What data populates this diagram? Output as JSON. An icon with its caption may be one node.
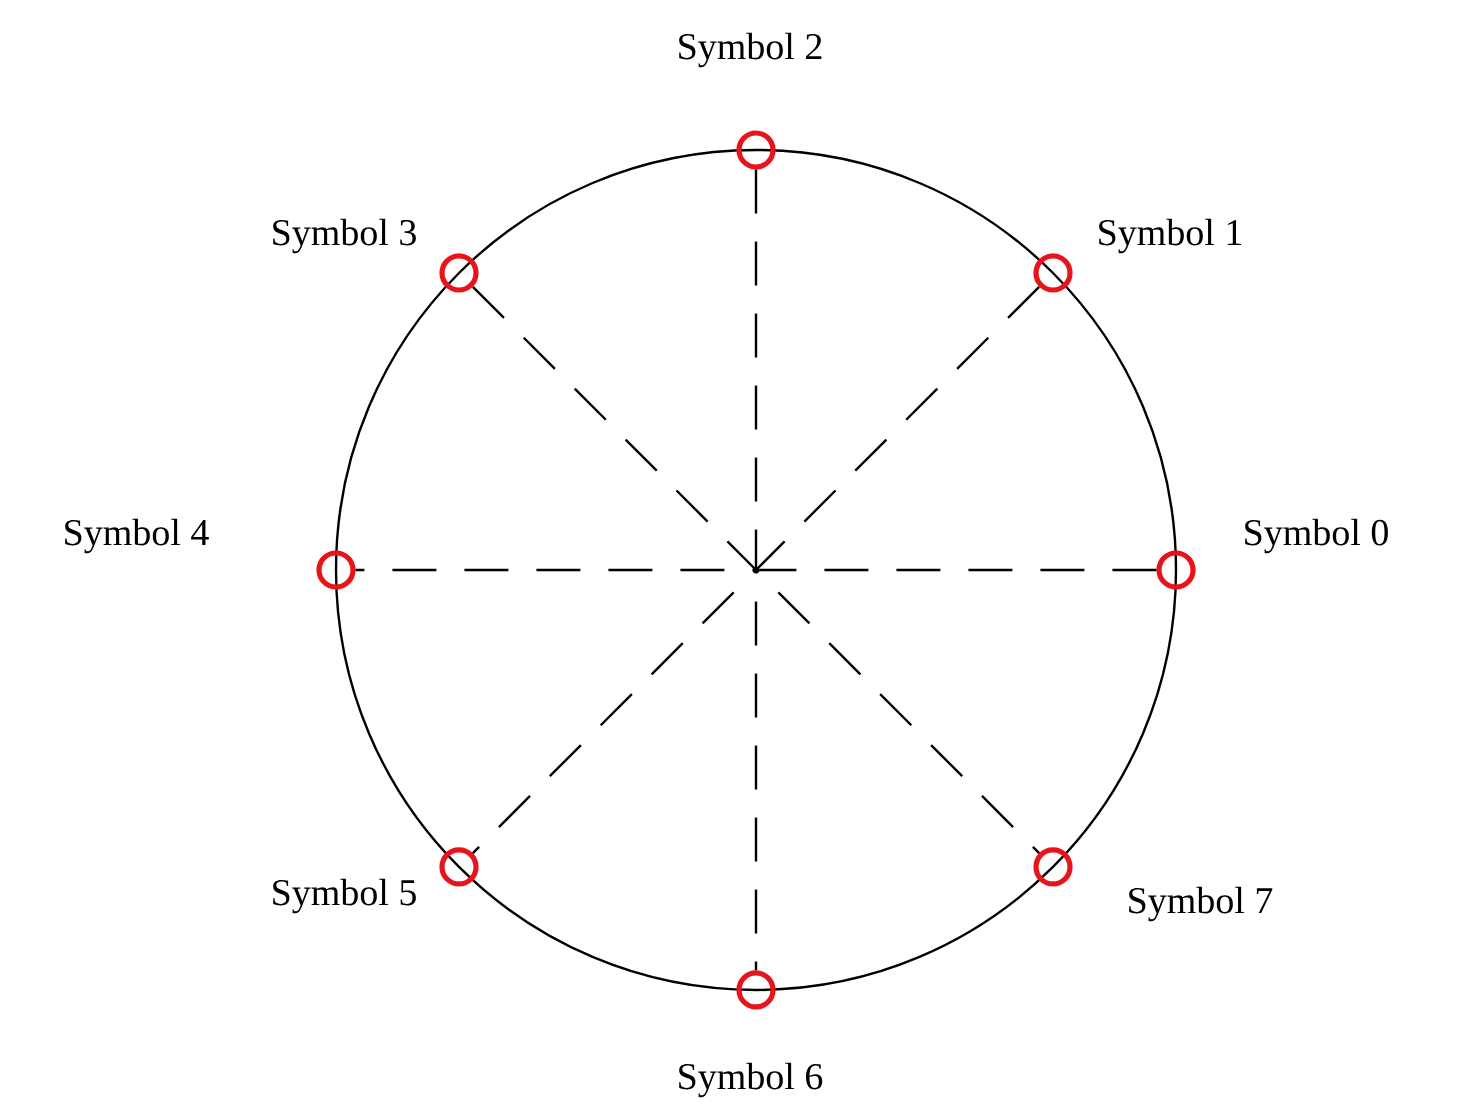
{
  "diagram": {
    "nodes": [
      {
        "text": [],
        "shape": "circle",
        "beside": [
          "Symbol 0"
        ]
      },
      {
        "text": [],
        "shape": "circle",
        "beside": [
          "Symbol 1"
        ]
      },
      {
        "text": [],
        "shape": "circle",
        "beside": [
          "Symbol 2"
        ]
      },
      {
        "text": [],
        "shape": "circle",
        "beside": [
          "Symbol 3"
        ]
      },
      {
        "text": [],
        "shape": "circle",
        "beside": [
          "Symbol 4"
        ]
      },
      {
        "text": [],
        "shape": "circle",
        "beside": [
          "Symbol 5"
        ]
      },
      {
        "text": [],
        "shape": "circle",
        "beside": [
          "Symbol 6"
        ]
      },
      {
        "text": [],
        "shape": "circle",
        "beside": [
          "Symbol 7"
        ]
      }
    ],
    "edges": [
      {
        "from": 0,
        "to": 4,
        "arrow": "none",
        "style": "dashed"
      },
      {
        "from": 1,
        "to": 5,
        "arrow": "none",
        "style": "dashed"
      },
      {
        "from": 2,
        "to": 6,
        "arrow": "none",
        "style": "dashed"
      },
      {
        "from": 3,
        "to": 7,
        "arrow": "none",
        "style": "dashed"
      }
    ]
  }
}
